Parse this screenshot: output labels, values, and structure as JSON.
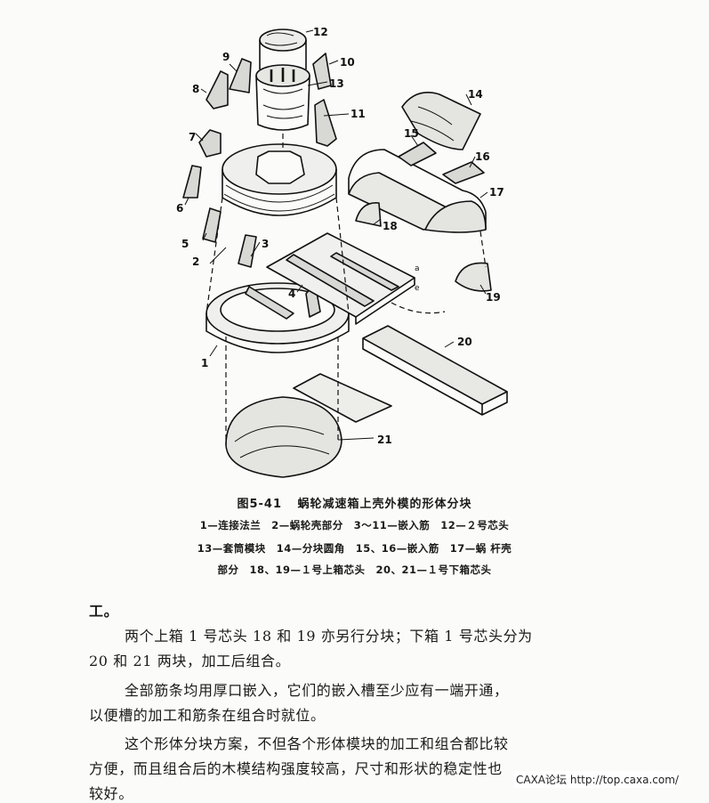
{
  "figure": {
    "labels": {
      "n1": "1",
      "n2": "2",
      "n3": "3",
      "n4": "4",
      "n5": "5",
      "n6": "6",
      "n7": "7",
      "n8": "8",
      "n9": "9",
      "n10": "10",
      "n11": "11",
      "n12": "12",
      "n13": "13",
      "n14": "14",
      "n15": "15",
      "n16": "16",
      "n17": "17",
      "n18": "18",
      "n19": "19",
      "n20": "20",
      "n21": "21",
      "a": "a",
      "e": "e"
    },
    "caption_number": "图5-41",
    "caption_title": "蜗轮减速箱上壳外模的形体分块",
    "legend_line1": "1—连接法兰　2—蜗轮壳部分　3～11—嵌入筋　12—２号芯头",
    "legend_line2": "13—套筒模块　14—分块圆角　15、16—嵌入筋　17—蜗 杆壳",
    "legend_line3": "部分　18、19—１号上箱芯头　20、21—１号下箱芯头"
  },
  "body_text": {
    "line0": "工。",
    "line1a": "两个上箱 1 号芯头 18 和 19 亦另行分块；下箱 1 号芯头分为",
    "line1b": "20 和 21 两块，加工后组合。",
    "line2a": "全部筋条均用厚口嵌入，它们的嵌入槽至少应有一端开通，",
    "line2b": "以便槽的加工和筋条在组合时就位。",
    "line3a": "这个形体分块方案，不但各个形体模块的加工和组合都比较",
    "line3b": "方便，而且组合后的木模结构强度较高，尺寸和形状的稳定性也",
    "line3c": "较好。"
  },
  "watermark": "CAXA论坛 http://top.caxa.com/"
}
